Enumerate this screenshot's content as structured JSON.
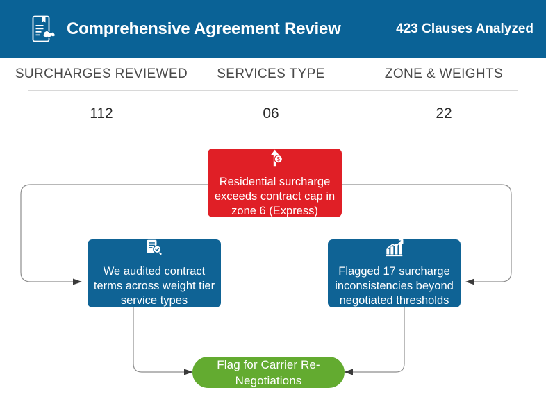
{
  "header": {
    "icon": "contract-handshake-icon",
    "title": "Comprehensive Agreement Review",
    "metric": "423 Clauses Analyzed",
    "background_color": "#0a6296",
    "text_color": "#ffffff"
  },
  "stats": [
    {
      "label": "SURCHARGES REVIEWED",
      "value": "112"
    },
    {
      "label": "SERVICES TYPE",
      "value": "06"
    },
    {
      "label": "ZONE & WEIGHTS",
      "value": "22"
    }
  ],
  "flow": {
    "issue": {
      "icon": "cost-increase-arrow-icon",
      "text": "Residential surcharge exceeds contract cap in zone 6 (Express)",
      "color": "#e01f26"
    },
    "audit": {
      "icon": "document-audit-search-icon",
      "text": "We audited contract terms across weight tier service types",
      "color": "#0f6395"
    },
    "finding": {
      "icon": "bar-chart-growth-icon",
      "text": "Flagged 17 surcharge inconsistencies beyond negotiated thresholds",
      "color": "#0f6395"
    },
    "action": {
      "text": "Flag for Carrier Re-Negotiations",
      "color": "#63ab30"
    },
    "connector_color": "#8e8e8e"
  }
}
